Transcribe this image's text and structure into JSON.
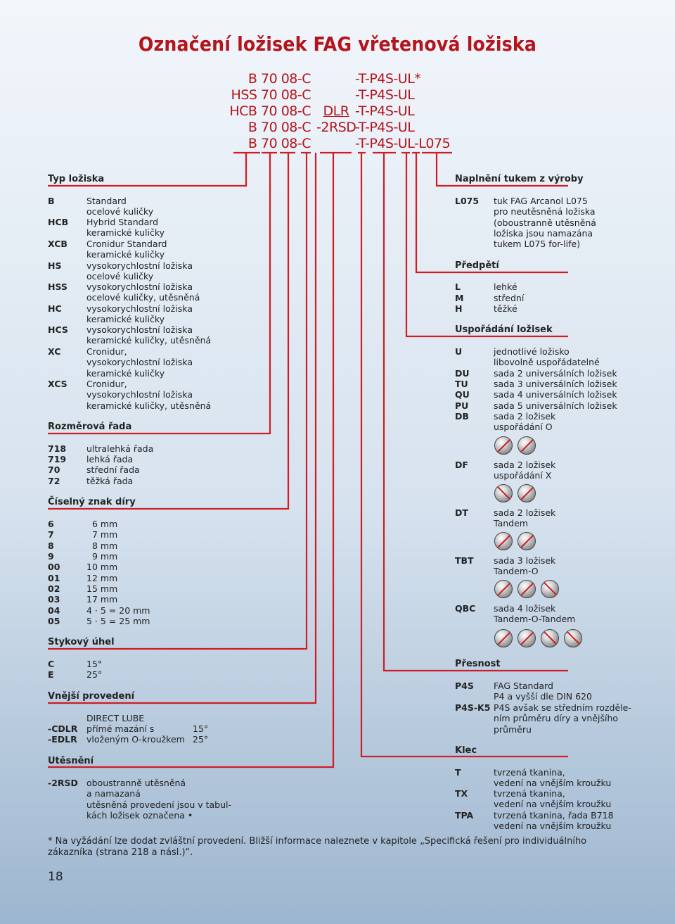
{
  "title": "Označení ložisek FAG vřetenová ložiska",
  "codes": [
    {
      "left": "B 70 08-C",
      "mid": "",
      "right": "-T-P4S-UL*"
    },
    {
      "left": "HSS 70 08-C",
      "mid": "",
      "right": "-T-P4S-UL"
    },
    {
      "left": "HCB 70 08-C",
      "mid": "DLR",
      "right": "-T-P4S-UL"
    },
    {
      "left": "B 70 08-C",
      "mid": "-2RSD",
      "right": "-T-P4S-UL"
    },
    {
      "left": "B 70 08-C",
      "mid": "",
      "right": "-T-P4S-UL-L075"
    }
  ],
  "left": {
    "typ": {
      "heading": "Typ ložiska",
      "items": [
        {
          "k": "B",
          "v": "Standard\nocelové kuličky"
        },
        {
          "k": "HCB",
          "v": "Hybrid Standard\nkeramické kuličky"
        },
        {
          "k": "XCB",
          "v": "Cronidur Standard\nkeramické kuličky"
        },
        {
          "k": "HS",
          "v": "vysokorychlostní ložiska\nocelové kuličky"
        },
        {
          "k": "HSS",
          "v": "vysokorychlostní ložiska\nocelové kuličky, utěsněná"
        },
        {
          "k": "HC",
          "v": "vysokorychlostní ložiska\nkeramické kuličky"
        },
        {
          "k": "HCS",
          "v": "vysokorychlostní ložiska\nkeramické kuličky, utěsněná"
        },
        {
          "k": "XC",
          "v": "Cronidur,\nvysokorychlostní ložiska\nkeramické kuličky"
        },
        {
          "k": "XCS",
          "v": "Cronidur,\nvysokorychlostní ložiska\nkeramické kuličky, utěsněná"
        }
      ]
    },
    "rozmer": {
      "heading": "Rozměrová řada",
      "items": [
        {
          "k": "718",
          "v": "ultralehká řada"
        },
        {
          "k": "719",
          "v": "lehká řada"
        },
        {
          "k": "70",
          "v": "střední řada"
        },
        {
          "k": "72",
          "v": "těžká řada"
        }
      ]
    },
    "cisel": {
      "heading": "Číselný znak díry",
      "items": [
        {
          "k": "6",
          "v": "  6 mm"
        },
        {
          "k": "7",
          "v": "  7 mm"
        },
        {
          "k": "8",
          "v": "  8 mm"
        },
        {
          "k": "9",
          "v": "  9 mm"
        },
        {
          "k": "00",
          "v": "10 mm"
        },
        {
          "k": "01",
          "v": "12 mm"
        },
        {
          "k": "02",
          "v": "15 mm"
        },
        {
          "k": "03",
          "v": "17 mm"
        },
        {
          "k": "04",
          "v": "4 · 5 = 20 mm"
        },
        {
          "k": "05",
          "v": "5 · 5 = 25 mm"
        }
      ]
    },
    "styk": {
      "heading": "Stykový úhel",
      "items": [
        {
          "k": "C",
          "v": "15°"
        },
        {
          "k": "E",
          "v": "25°"
        }
      ]
    },
    "vnejsi": {
      "heading": "Vnější provedení",
      "sub": "DIRECT LUBE",
      "items": [
        {
          "k": "-CDLR",
          "v": "přímé mazání s",
          "a": "15°"
        },
        {
          "k": "-EDLR",
          "v": "vloženým O-kroužkem",
          "a": "25°"
        }
      ]
    },
    "utes": {
      "heading": "Utěsnění",
      "items": [
        {
          "k": "-2RSD",
          "v": "oboustranně utěsněná\na namazaná\nutěsněná provedení jsou v tabul-\nkách ložisek označena •"
        }
      ]
    }
  },
  "right": {
    "napln": {
      "heading": "Naplnění tukem z výroby",
      "items": [
        {
          "k": "L075",
          "v": "tuk FAG Arcanol L075\npro neutěsněná ložiska\n(oboustranně utěsněná\nložiska jsou namazána\ntukem L075 for-life)"
        }
      ]
    },
    "predpeti": {
      "heading": "Předpětí",
      "items": [
        {
          "k": "L",
          "v": "lehké"
        },
        {
          "k": "M",
          "v": "střední"
        },
        {
          "k": "H",
          "v": "těžké"
        }
      ]
    },
    "uspor": {
      "heading": "Uspořádání ložisek",
      "items": [
        {
          "k": "U",
          "v": "jednotlivé ložisko\nlibovolně uspořádatelné"
        },
        {
          "k": "DU",
          "v": "sada 2 universálních ložisek"
        },
        {
          "k": "TU",
          "v": "sada 3 universálních ložisek"
        },
        {
          "k": "QU",
          "v": "sada 4 universálních ložisek"
        },
        {
          "k": "PU",
          "v": "sada 5 universálních ložisek"
        },
        {
          "k": "DB",
          "v": "sada 2 ložisek\nuspořádání O"
        },
        {
          "k": "DF",
          "v": "sada 2 ložisek\nuspořádání X"
        },
        {
          "k": "DT",
          "v": "sada 2 ložisek\nTandem"
        },
        {
          "k": "TBT",
          "v": "sada 3 ložisek\nTandem-O"
        },
        {
          "k": "QBC",
          "v": "sada 4 ložisek\nTandem-O-Tandem"
        }
      ]
    },
    "presnost": {
      "heading": "Přesnost",
      "items": [
        {
          "k": "P4S",
          "v": "FAG Standard\nP4 a vyšší dle DIN 620"
        },
        {
          "k": "P4S-K5",
          "v": "P4S avšak se středním rozděle-\nním průměru díry a vnějšího\nprůměru"
        }
      ]
    },
    "klec": {
      "heading": "Klec",
      "items": [
        {
          "k": "T",
          "v": "tvrzená tkanina,\nvedení na vnějším kroužku"
        },
        {
          "k": "TX",
          "v": "tvrzená tkanina,\nvedení na vnějším kroužku"
        },
        {
          "k": "TPA",
          "v": "tvrzená tkanina, řada B718\nvedení na vnějším kroužku"
        }
      ]
    }
  },
  "footnote": "* Na vyžádání lze dodat zvláštní provedení. Bližší informace naleznete v kapitole „Specifická řešení pro individuálního zákazníka (strana 218 a násl.)“.",
  "page_number": "18",
  "colors": {
    "accent": "#b4141c",
    "line": "#d01c24"
  }
}
